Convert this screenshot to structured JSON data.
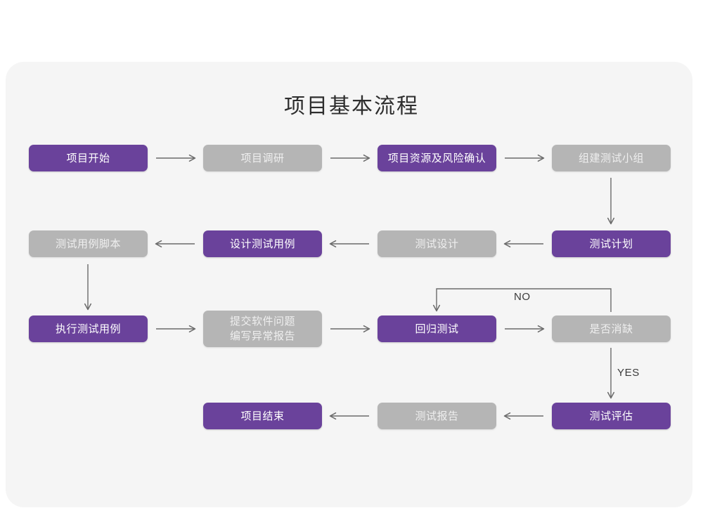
{
  "page": {
    "title": "项目基本流程",
    "background_color": "#ffffff",
    "panel_color": "#f5f5f5"
  },
  "theme": {
    "accent_purple": "#6a429b",
    "muted_gray": "#b5b5b5",
    "node_text_purple": "#ffffff",
    "node_text_gray": "#efefef",
    "connector_color": "#6b6b6b",
    "title_color": "#2e2e2e"
  },
  "chart_data": {
    "type": "diagram",
    "diagram_kind": "flowchart",
    "title": "项目基本流程",
    "nodes": [
      {
        "id": "n1",
        "label": "项目开始",
        "style": "purple",
        "row": 1,
        "col": 1
      },
      {
        "id": "n2",
        "label": "项目调研",
        "style": "gray",
        "row": 1,
        "col": 2
      },
      {
        "id": "n3",
        "label": "项目资源及风险确认",
        "style": "purple",
        "row": 1,
        "col": 3
      },
      {
        "id": "n4",
        "label": "组建测试小组",
        "style": "gray",
        "row": 1,
        "col": 4
      },
      {
        "id": "n5",
        "label": "测试用例脚本",
        "style": "gray",
        "row": 2,
        "col": 1
      },
      {
        "id": "n6",
        "label": "设计测试用例",
        "style": "purple",
        "row": 2,
        "col": 2
      },
      {
        "id": "n7",
        "label": "测试设计",
        "style": "gray",
        "row": 2,
        "col": 3
      },
      {
        "id": "n8",
        "label": "测试计划",
        "style": "purple",
        "row": 2,
        "col": 4
      },
      {
        "id": "n9",
        "label": "执行测试用例",
        "style": "purple",
        "row": 3,
        "col": 1
      },
      {
        "id": "n10",
        "label": "提交软件问题\n编写异常报告",
        "style": "gray",
        "row": 3,
        "col": 2
      },
      {
        "id": "n11",
        "label": "回归测试",
        "style": "purple",
        "row": 3,
        "col": 3
      },
      {
        "id": "n12",
        "label": "是否消缺",
        "style": "gray",
        "row": 3,
        "col": 4
      },
      {
        "id": "n13",
        "label": "项目结束",
        "style": "purple",
        "row": 4,
        "col": 2
      },
      {
        "id": "n14",
        "label": "测试报告",
        "style": "gray",
        "row": 4,
        "col": 3
      },
      {
        "id": "n15",
        "label": "测试评估",
        "style": "purple",
        "row": 4,
        "col": 4
      }
    ],
    "edges": [
      {
        "from": "n1",
        "to": "n2",
        "label": "",
        "direction": "right"
      },
      {
        "from": "n2",
        "to": "n3",
        "label": "",
        "direction": "right"
      },
      {
        "from": "n3",
        "to": "n4",
        "label": "",
        "direction": "right"
      },
      {
        "from": "n4",
        "to": "n8",
        "label": "",
        "direction": "down"
      },
      {
        "from": "n8",
        "to": "n7",
        "label": "",
        "direction": "left"
      },
      {
        "from": "n7",
        "to": "n6",
        "label": "",
        "direction": "left"
      },
      {
        "from": "n6",
        "to": "n5",
        "label": "",
        "direction": "left"
      },
      {
        "from": "n5",
        "to": "n9",
        "label": "",
        "direction": "down"
      },
      {
        "from": "n9",
        "to": "n10",
        "label": "",
        "direction": "right"
      },
      {
        "from": "n10",
        "to": "n11",
        "label": "",
        "direction": "right"
      },
      {
        "from": "n11",
        "to": "n12",
        "label": "",
        "direction": "right"
      },
      {
        "from": "n12",
        "to": "n11",
        "label": "NO",
        "direction": "loop-up-left-down"
      },
      {
        "from": "n12",
        "to": "n15",
        "label": "YES",
        "direction": "down"
      },
      {
        "from": "n15",
        "to": "n14",
        "label": "",
        "direction": "left"
      },
      {
        "from": "n14",
        "to": "n13",
        "label": "",
        "direction": "left"
      }
    ],
    "edge_labels": {
      "no": "NO",
      "yes": "YES"
    }
  }
}
